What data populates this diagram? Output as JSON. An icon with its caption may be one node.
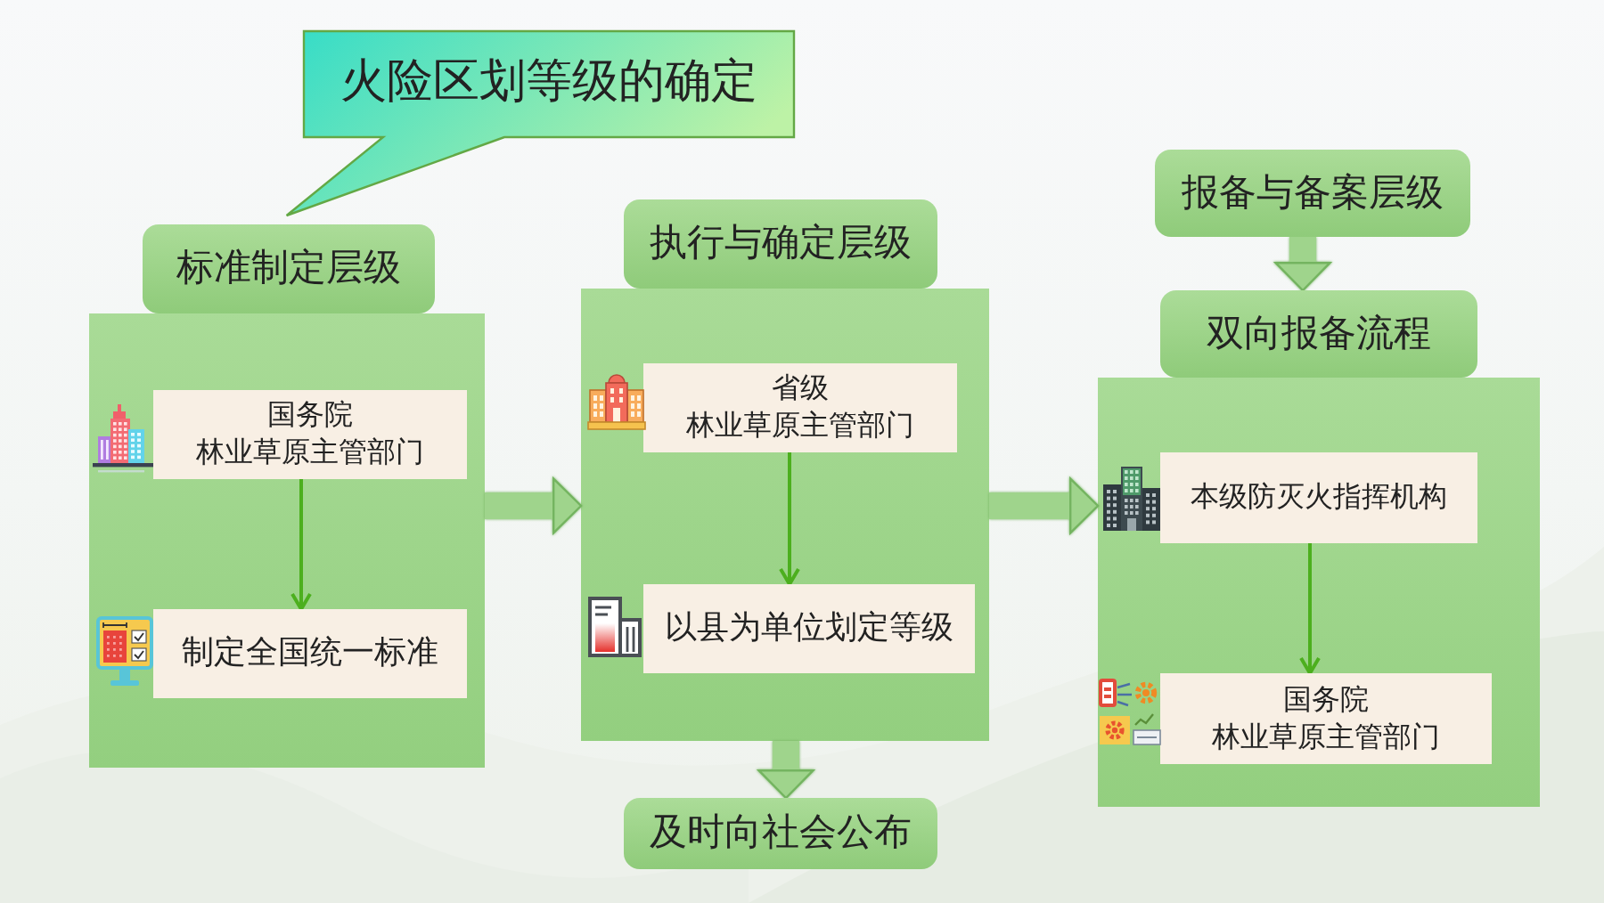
{
  "diagram": {
    "nodes": [
      {
        "text": [
          "火险区划等级的确定"
        ]
      },
      {
        "text": [
          "标准制定层级"
        ]
      },
      {
        "text": [],
        "shape": "box"
      },
      {
        "text": [
          "国务院",
          "林业草原主管部门"
        ],
        "in": 2
      },
      {
        "text": [
          "制定全国统一标准"
        ],
        "in": 2
      },
      {
        "text": [
          "执行与确定层级"
        ]
      },
      {
        "text": [],
        "shape": "box"
      },
      {
        "text": [
          "省级",
          "林业草原主管部门"
        ],
        "in": 6
      },
      {
        "text": [
          "以县为单位划定等级"
        ],
        "in": 6
      },
      {
        "text": [
          "及时向社会公布"
        ]
      },
      {
        "text": [
          "报备与备案层级"
        ]
      },
      {
        "text": [
          "双向报备流程"
        ]
      },
      {
        "text": [],
        "shape": "box"
      },
      {
        "text": [
          "本级防灭火指挥机构"
        ],
        "in": 12
      },
      {
        "text": [
          "国务院",
          "林业草原主管部门"
        ],
        "in": 12
      }
    ],
    "edges": [
      {
        "from": 3,
        "to": 4,
        "arrow": "to",
        "color": "#4caf1e"
      },
      {
        "from": 2,
        "to": 6,
        "arrow": "to"
      },
      {
        "from": 7,
        "to": 8,
        "arrow": "to",
        "color": "#4caf1e"
      },
      {
        "from": 6,
        "to": 9,
        "arrow": "to"
      },
      {
        "from": 6,
        "to": 12,
        "arrow": "to"
      },
      {
        "from": 10,
        "to": 11,
        "arrow": "to"
      },
      {
        "from": 13,
        "to": 14,
        "arrow": "to",
        "color": "#4caf1e"
      }
    ]
  }
}
